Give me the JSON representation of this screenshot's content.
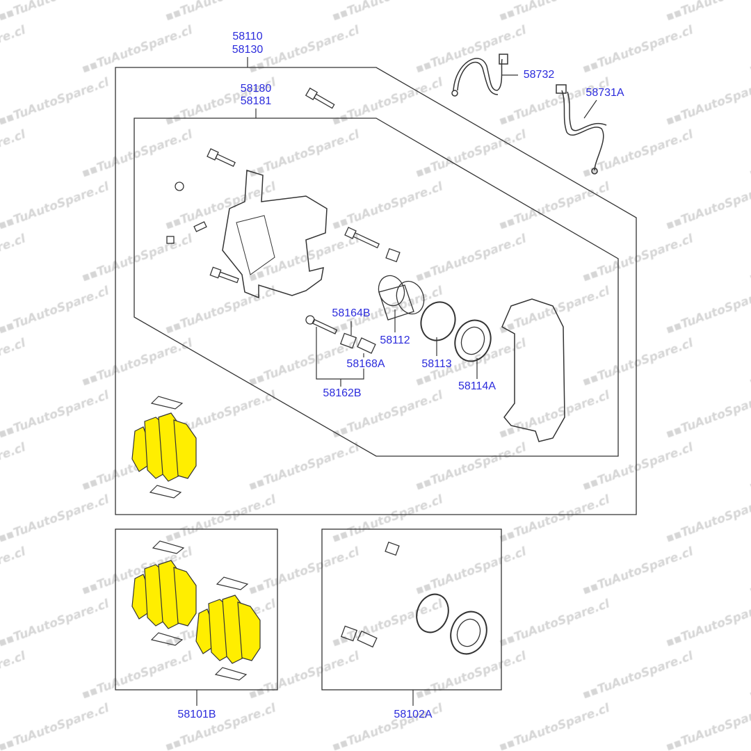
{
  "watermark": "TuAutoSpare.cl",
  "colors": {
    "label": "#2b2bdc",
    "pad": "#ffee00",
    "line": "#333333"
  },
  "labels": {
    "caliper_assy_1": "58110",
    "caliper_assy_2": "58130",
    "caliper_body_1": "58180",
    "caliper_body_2": "58181",
    "hose_right": "58732",
    "hose_left": "58731A",
    "bushing": "58164B",
    "piston": "58112",
    "boot": "58168A",
    "piston_seal": "58113",
    "piston_boot": "58114A",
    "guide_pin": "58162B",
    "pad_kit": "58101B",
    "seal_kit": "58102A"
  }
}
